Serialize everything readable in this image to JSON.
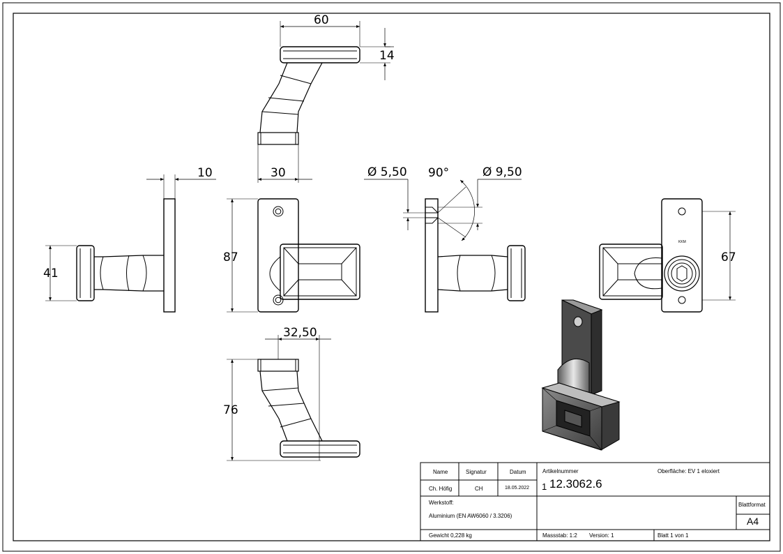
{
  "dimensions": {
    "top_width": "60",
    "top_height": "14",
    "stem_width": "30",
    "plate_thickness": "10",
    "head_height": "41",
    "plate_height": "87",
    "hole_diameter": "Ø 5,50",
    "countersink_angle": "90°",
    "countersink_diameter": "Ø 9,50",
    "hole_spacing": "67",
    "offset": "32,50",
    "overall_height": "76"
  },
  "title_block": {
    "name_header": "Name",
    "signature_header": "Signatur",
    "date_header": "Datum",
    "name_value": "Ch. Höfig",
    "signature_value": "CH",
    "date_value": "18.05.2022",
    "article_label": "Artikelnummer",
    "article_prefix": "1",
    "article_number": "12.3062.6",
    "surface": "Oberfläche:  EV 1 eloxiert",
    "material_label": "Werkstoff:",
    "material_value": "Aluminium (EN AW6060 / 3.3206)",
    "format_label": "Blattformat",
    "format_value": "A4",
    "weight": "Gewicht 0,228 kg",
    "scale": "Massstab: 1:2",
    "version": "Version: 1",
    "sheet": "Blatt 1 von 1"
  }
}
